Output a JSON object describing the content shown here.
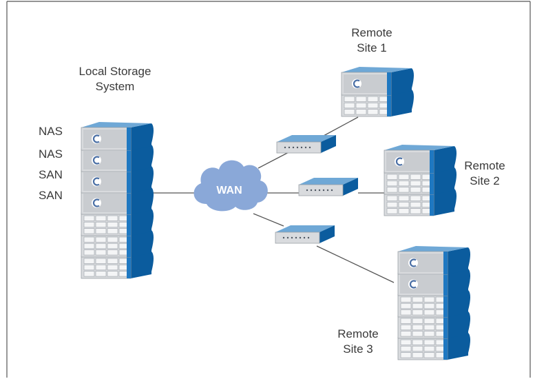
{
  "labels": {
    "local_title_line1": "Local Storage",
    "local_title_line2": "System",
    "nas1": "NAS",
    "nas2": "NAS",
    "san1": "SAN",
    "san2": "SAN",
    "wan": "WAN",
    "remote1_line1": "Remote",
    "remote1_line2": "Site 1",
    "remote2_line1": "Remote",
    "remote2_line2": "Site 2",
    "remote3_line1": "Remote",
    "remote3_line2": "Site 3"
  },
  "colors": {
    "server_top": "#6fa8d6",
    "server_front": "#1f78c1",
    "server_side": "#0b5c9e",
    "panel": "#d9dbde",
    "cloud": "#8aa8d8",
    "line": "#555555",
    "frame": "#555555"
  },
  "stacks": {
    "local": [
      "nas",
      "nas",
      "san",
      "san",
      "disk",
      "disk",
      "disk"
    ],
    "remote1": [
      "nas",
      "disk"
    ],
    "remote2": [
      "nas",
      "disk",
      "disk"
    ],
    "remote3": [
      "nas",
      "nas",
      "disk",
      "disk",
      "disk"
    ]
  },
  "icons": {
    "nas_unit": "storage-controller-icon",
    "disk_unit": "disk-array-icon",
    "router": "router-icon",
    "cloud": "wan-cloud-icon"
  }
}
